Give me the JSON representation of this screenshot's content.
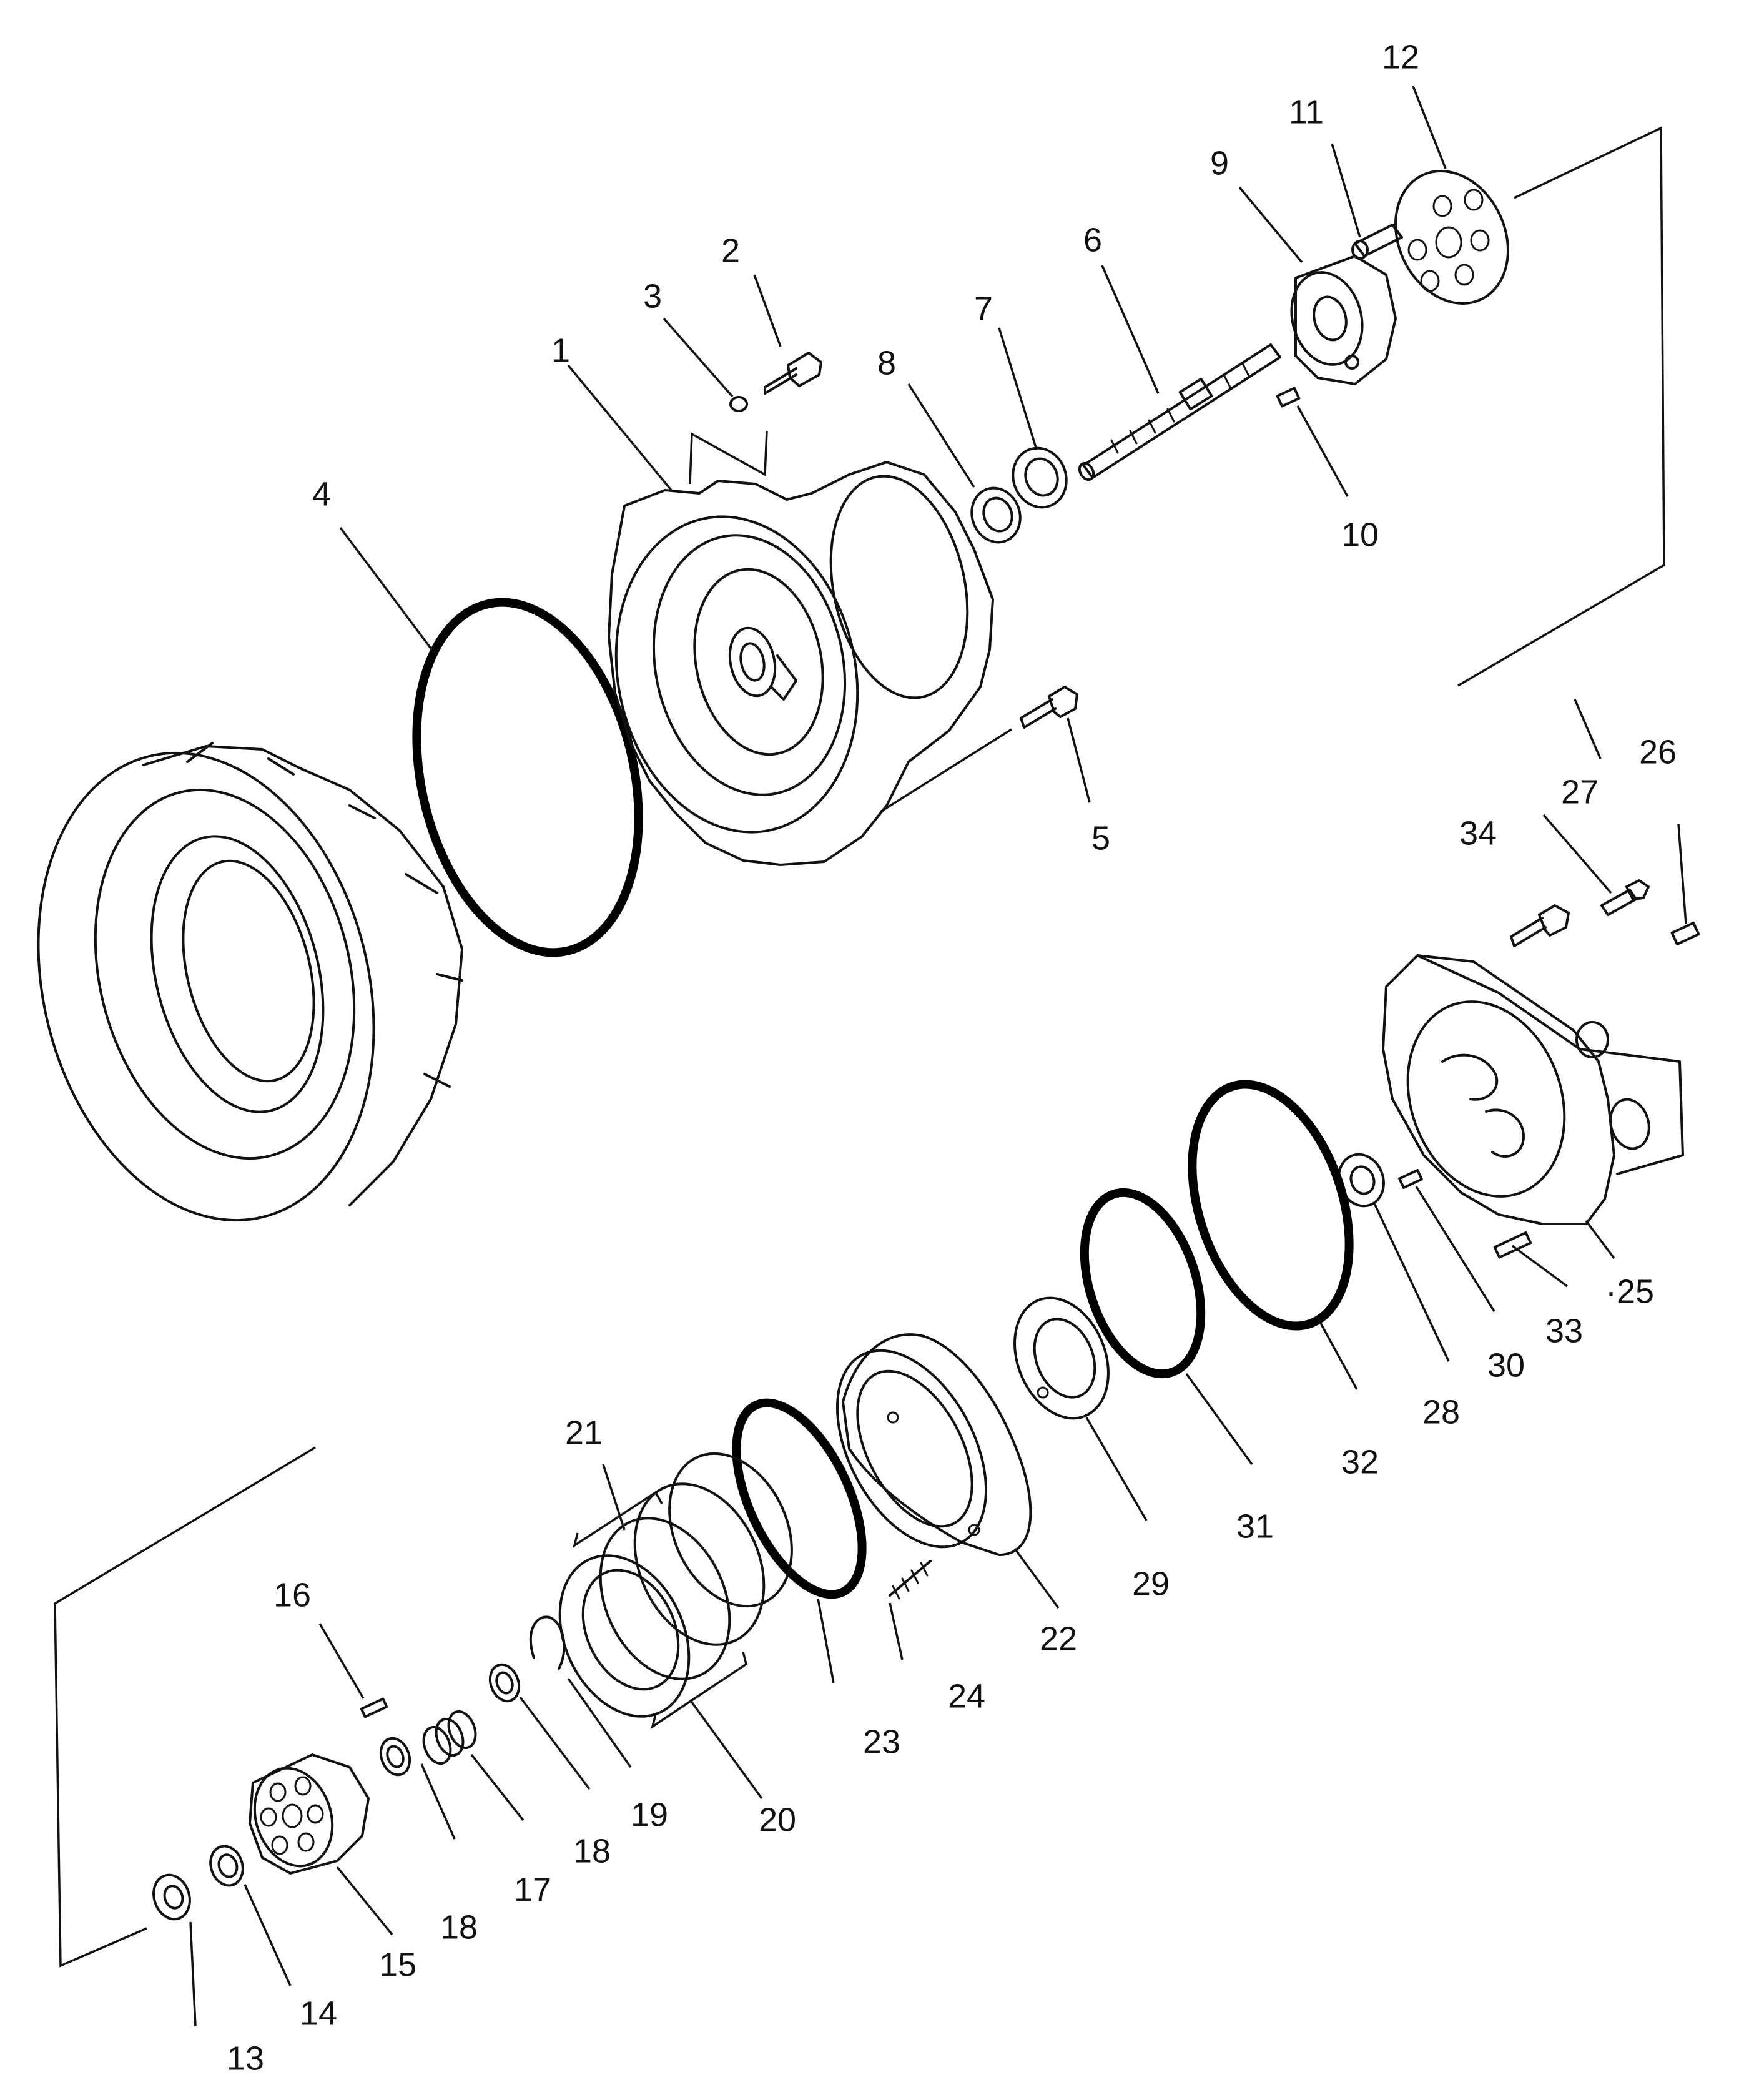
{
  "callouts": [
    "1",
    "2",
    "3",
    "4",
    "5",
    "6",
    "7",
    "8",
    "9",
    "10",
    "11",
    "12",
    "13",
    "14",
    "15",
    "16",
    "17",
    "18",
    "18",
    "19",
    "20",
    "21",
    "22",
    "23",
    "24",
    "·25",
    "26",
    "27",
    "28",
    "29",
    "30",
    "31",
    "32",
    "33",
    "34"
  ]
}
